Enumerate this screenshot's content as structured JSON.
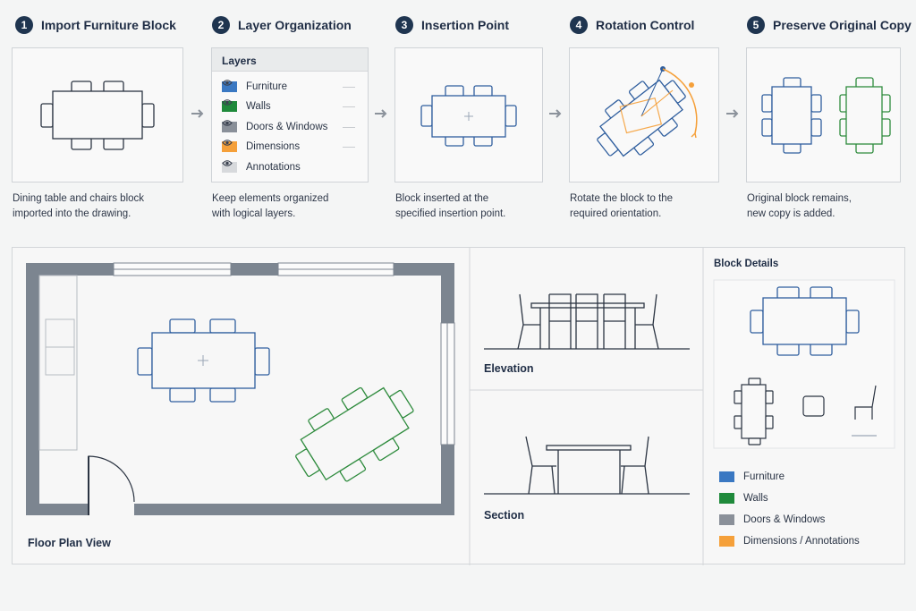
{
  "steps": [
    {
      "num": "1",
      "title": "Import Furniture Block",
      "caption_line1": "Dining table and chairs block",
      "caption_line2": "imported into the drawing."
    },
    {
      "num": "2",
      "title": "Layer Organization",
      "caption_line1": "Keep elements organized",
      "caption_line2": "with logical layers."
    },
    {
      "num": "3",
      "title": "Insertion Point",
      "caption_line1": "Block inserted at the",
      "caption_line2": "specified insertion point."
    },
    {
      "num": "4",
      "title": "Rotation Control",
      "caption_line1": "Rotate the block to the",
      "caption_line2": "required orientation."
    },
    {
      "num": "5",
      "title": "Preserve Original Copy",
      "caption_line1": "Original block remains,",
      "caption_line2": "new copy is added."
    }
  ],
  "layers_panel": {
    "title": "Layers",
    "items": [
      {
        "name": "Furniture",
        "color": "#3a78c2"
      },
      {
        "name": "Walls",
        "color": "#1f8a3b"
      },
      {
        "name": "Doors & Windows",
        "color": "#8a9099"
      },
      {
        "name": "Dimensions",
        "color": "#f5a03a"
      },
      {
        "name": "Annotations",
        "color": "#d7d9dc"
      }
    ]
  },
  "bottom": {
    "floor_plan_label": "Floor Plan View",
    "elevation_label": "Elevation",
    "section_label": "Section",
    "block_details_label": "Block Details",
    "legend": [
      {
        "name": "Furniture",
        "color": "#3a78c2"
      },
      {
        "name": "Walls",
        "color": "#1f8a3b"
      },
      {
        "name": "Doors & Windows",
        "color": "#8a9099"
      },
      {
        "name": "Dimensions / Annotations",
        "color": "#f5a03a"
      }
    ]
  },
  "colors": {
    "blue_stroke": "#2f5e9e",
    "green_stroke": "#2e8b3d",
    "dark_stroke": "#2b3442",
    "orange": "#f5a03a",
    "wall_gray": "#7c8590"
  }
}
